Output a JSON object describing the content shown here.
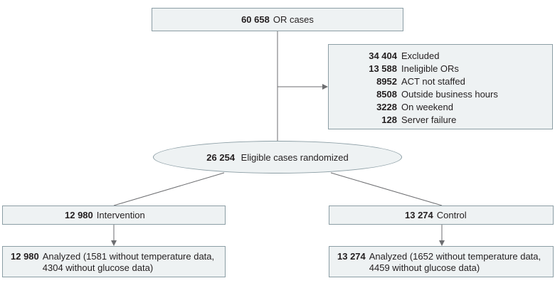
{
  "top": {
    "count": "60 658",
    "label": "OR cases"
  },
  "excluded": {
    "rows": [
      {
        "count": "34 404",
        "label": "Excluded"
      },
      {
        "count": "13 588",
        "label": "Ineligible ORs"
      },
      {
        "count": "8952",
        "label": "ACT not staffed"
      },
      {
        "count": "8508",
        "label": "Outside business hours"
      },
      {
        "count": "3228",
        "label": "On weekend"
      },
      {
        "count": "128",
        "label": "Server failure"
      }
    ]
  },
  "randomized": {
    "count": "26 254",
    "label": "Eligible cases randomized"
  },
  "intervention": {
    "count": "12 980",
    "label": "Intervention"
  },
  "control": {
    "count": "13 274",
    "label": "Control"
  },
  "intervention_analyzed": {
    "count": "12 980",
    "label": "Analyzed (1581 without temperature data, 4304 without glucose data)"
  },
  "control_analyzed": {
    "count": "13 274",
    "label": "Analyzed (1652 without temperature data, 4459 without glucose data)"
  },
  "colors": {
    "box_fill": "#eef2f3",
    "box_border": "#8c9ea5",
    "line": "#6d6e71",
    "text": "#231f20"
  }
}
